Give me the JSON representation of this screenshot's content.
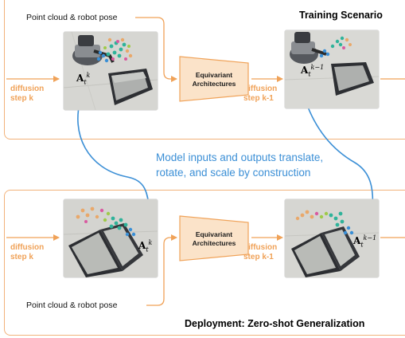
{
  "top": {
    "title": "Training Scenario",
    "input_label": "Point cloud & robot pose",
    "left_step": [
      "diffusion",
      "step k"
    ],
    "mid_step": [
      "diffusion",
      "step k-1"
    ],
    "model": [
      "Equivariant",
      "Architectures"
    ],
    "frame_left": {
      "base": "A",
      "sub": "t",
      "sup": "k"
    },
    "frame_right": {
      "base": "A",
      "sub": "t",
      "sup": "k−1"
    }
  },
  "middle": {
    "lines": [
      "Model inputs and outputs translate,",
      "rotate, and scale by construction"
    ]
  },
  "bottom": {
    "title": "Deployment: Zero-shot Generalization",
    "input_label": "Point cloud & robot pose",
    "left_step": [
      "diffusion",
      "step k"
    ],
    "mid_step": [
      "diffusion",
      "step k-1"
    ],
    "model": [
      "Equivariant",
      "Architectures"
    ],
    "frame_left": {
      "base": "A",
      "sub": "t",
      "sup": "k"
    },
    "frame_right": {
      "base": "A",
      "sub": "t",
      "sup": "k−1"
    }
  },
  "colors": {
    "accent_orange": "#f0a258",
    "panel_border": "#f2b27a",
    "model_fill": "#fbe3c9",
    "blue": "#3b8fd6"
  },
  "icons": [
    "scene-image-robot-suitcase",
    "equivariant-trapezoid",
    "arrow-right",
    "curved-double-arrow"
  ]
}
